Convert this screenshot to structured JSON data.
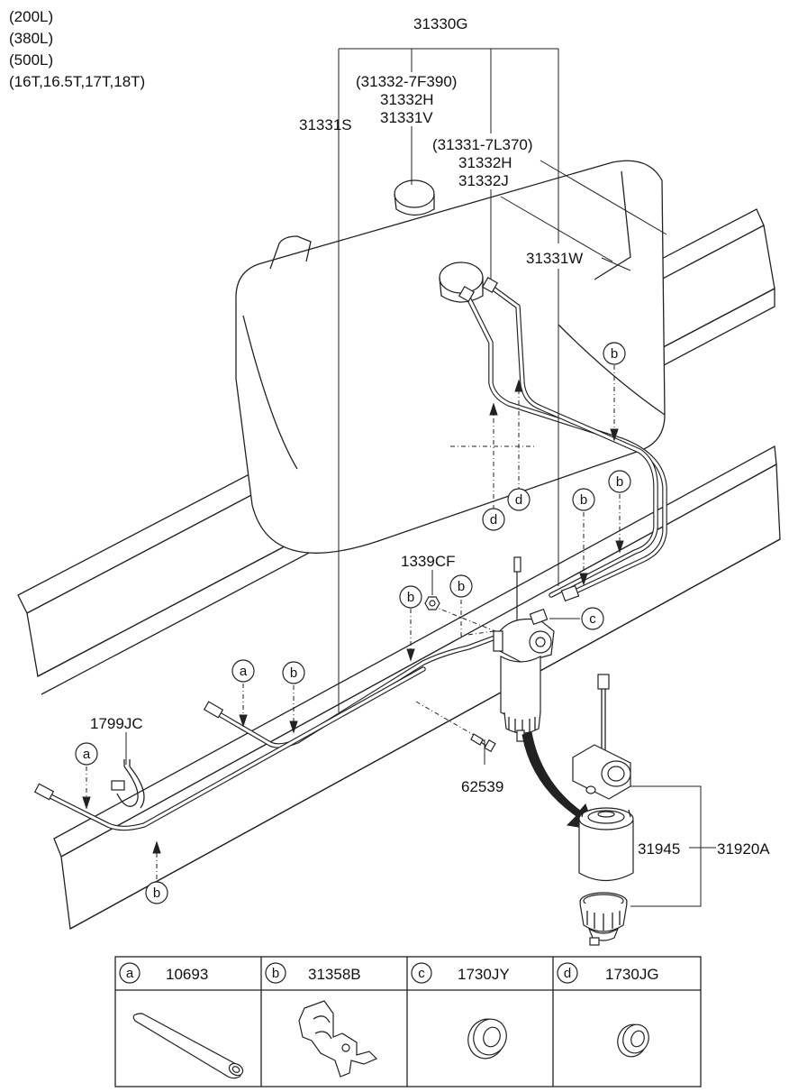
{
  "variants": [
    "(200L)",
    "(380L)",
    "(500L)",
    "(16T,16.5T,17T,18T)"
  ],
  "part_numbers": {
    "assembly": "31330G",
    "hose_s": "31331S",
    "group1_a": "(31332-7F390)",
    "group1_b": "31332H",
    "group1_c": "31331V",
    "group2_a": "(31331-7L370)",
    "group2_b": "31332H",
    "group2_c": "31332J",
    "hose_w": "31331W",
    "nut": "1339CF",
    "band": "1799JC",
    "bolt": "62539",
    "filter": "31945",
    "filter_assy": "31920A"
  },
  "callouts": {
    "a": "a",
    "b": "b",
    "c": "c",
    "d": "d"
  },
  "legend": [
    {
      "letter": "a",
      "part": "10693",
      "icon": "hose-tube-icon"
    },
    {
      "letter": "b",
      "part": "31358B",
      "icon": "clamp-bracket-icon"
    },
    {
      "letter": "c",
      "part": "1730JY",
      "icon": "grommet-icon"
    },
    {
      "letter": "d",
      "part": "1730JG",
      "icon": "grommet-small-icon"
    }
  ]
}
